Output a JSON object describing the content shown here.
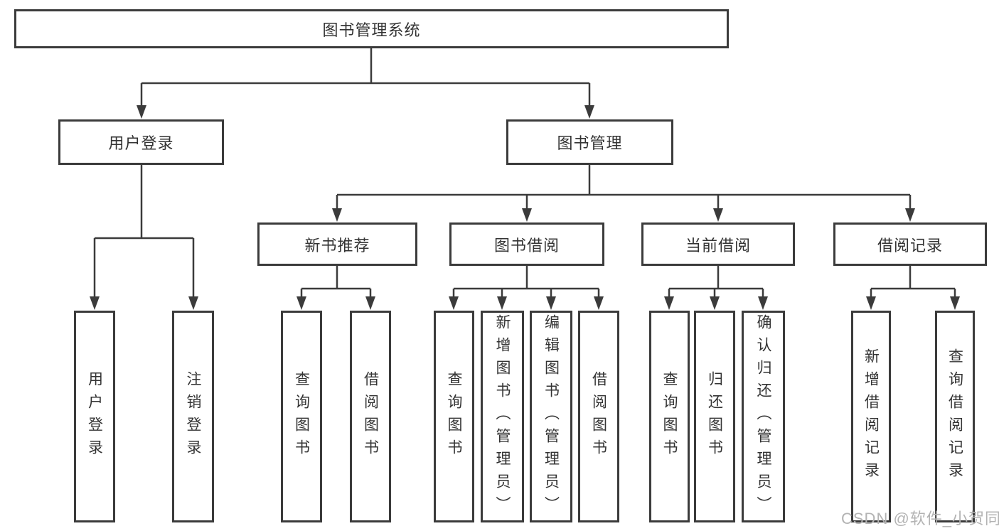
{
  "diagram": {
    "watermark": "CSDN @软件_小贺同学",
    "colors": {
      "line": "#3b3b3b",
      "text": "#333333",
      "background": "#ffffff",
      "watermark": "#b3b3b3"
    }
  },
  "nodes": {
    "root": "图书管理系统",
    "level2": [
      "用户登录",
      "图书管理"
    ],
    "level3": [
      "新书推荐",
      "图书借阅",
      "当前借阅",
      "借阅记录"
    ],
    "leaves": {
      "user_login": [
        "用户登录",
        "注销登录"
      ],
      "new_book": [
        "查询图书",
        "借阅图书"
      ],
      "book_borrow": [
        "查询图书",
        "新增图书（管理员）",
        "编辑图书（管理员）",
        "借阅图书"
      ],
      "current_borrow": [
        "查询图书",
        "归还图书",
        "确认归还（管理员）"
      ],
      "borrow_records": [
        "新增借阅记录",
        "查询借阅记录"
      ]
    }
  }
}
